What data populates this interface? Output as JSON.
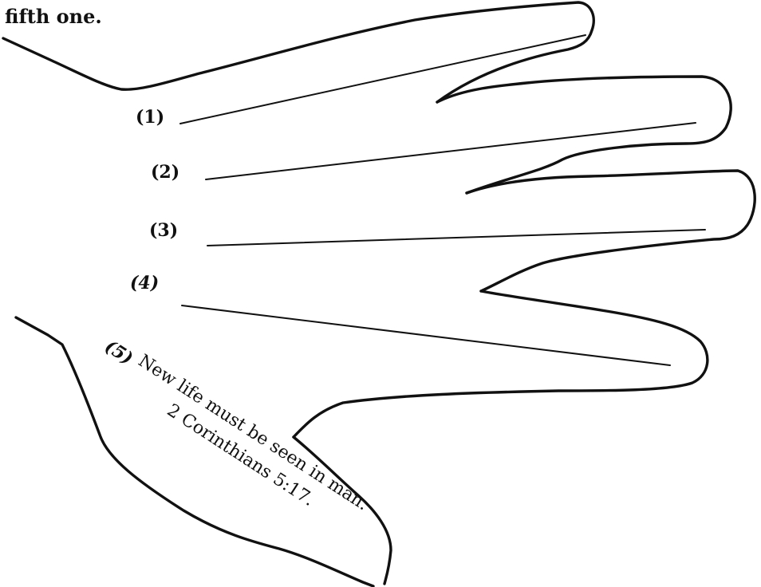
{
  "header": {
    "partial_text": "fifth one."
  },
  "fingers": [
    {
      "number": "(1)"
    },
    {
      "number": "(2)"
    },
    {
      "number": "(3)"
    },
    {
      "number": "(4)"
    }
  ],
  "thumb": {
    "number": "(5)",
    "line1": "New life must be seen in man.",
    "line2": "2 Corinthians 5:17."
  },
  "colors": {
    "ink": "#111111",
    "paper": "#ffffff"
  }
}
